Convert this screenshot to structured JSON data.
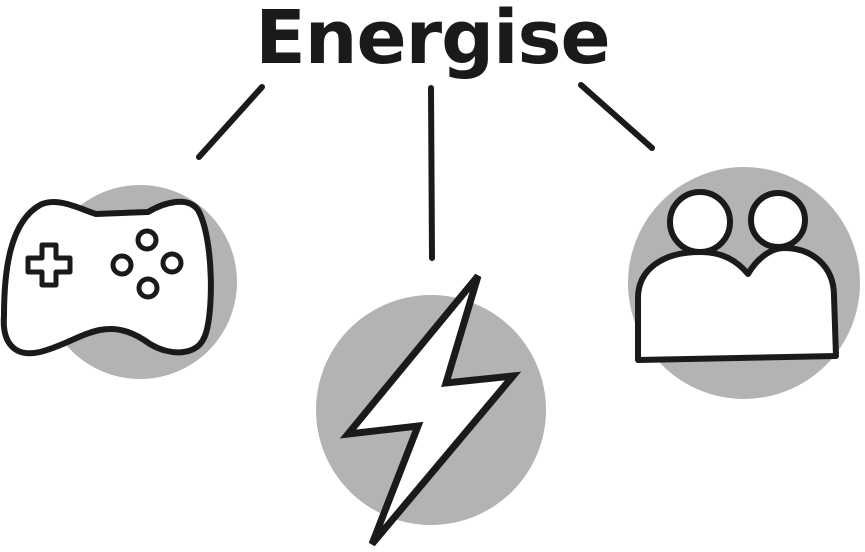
{
  "title": "Energise",
  "colors": {
    "ink": "#1a1a1a",
    "circle_fill": "#b3b3b3",
    "background": "#ffffff"
  },
  "nodes": [
    {
      "id": "games",
      "icon": "game-controller-icon"
    },
    {
      "id": "energy",
      "icon": "lightning-bolt-icon"
    },
    {
      "id": "people",
      "icon": "two-people-icon"
    }
  ]
}
